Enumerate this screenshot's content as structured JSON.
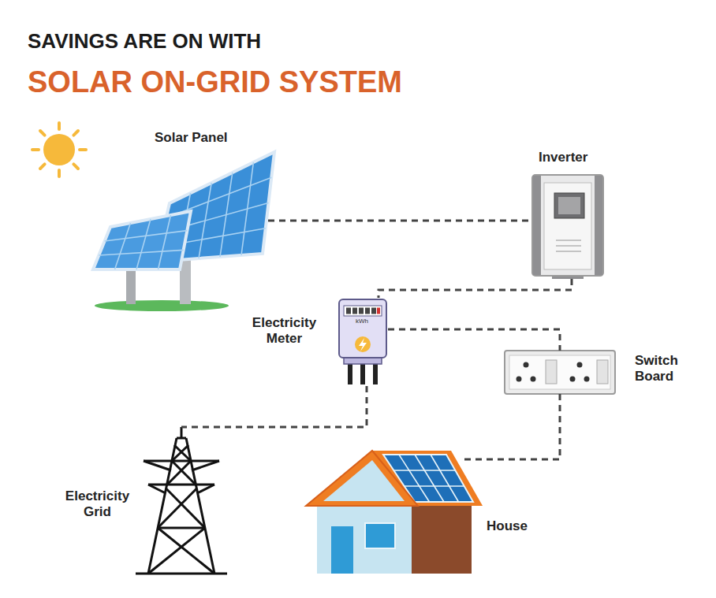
{
  "diagram": {
    "title": "SAVINGS ARE ON WITH",
    "nodes": [
      {
        "text": [
          "Solar Panel"
        ]
      },
      {
        "text": [
          "Inverter"
        ]
      },
      {
        "text": [
          "Electricity Meter"
        ]
      },
      {
        "text": [
          "Switch Board"
        ]
      },
      {
        "text": [
          "Electricity Grid"
        ]
      },
      {
        "text": [
          "House"
        ]
      }
    ],
    "edges": [
      {
        "from": 0,
        "to": 1,
        "arrow": "none"
      },
      {
        "from": 1,
        "to": 2,
        "arrow": "none"
      },
      {
        "from": 2,
        "to": 3,
        "arrow": "none"
      },
      {
        "from": 2,
        "to": 4,
        "arrow": "none"
      },
      {
        "from": 3,
        "to": 5,
        "arrow": "none"
      }
    ],
    "labels": [
      "SOLAR ON-GRID SYSTEM",
      "kWh"
    ]
  }
}
